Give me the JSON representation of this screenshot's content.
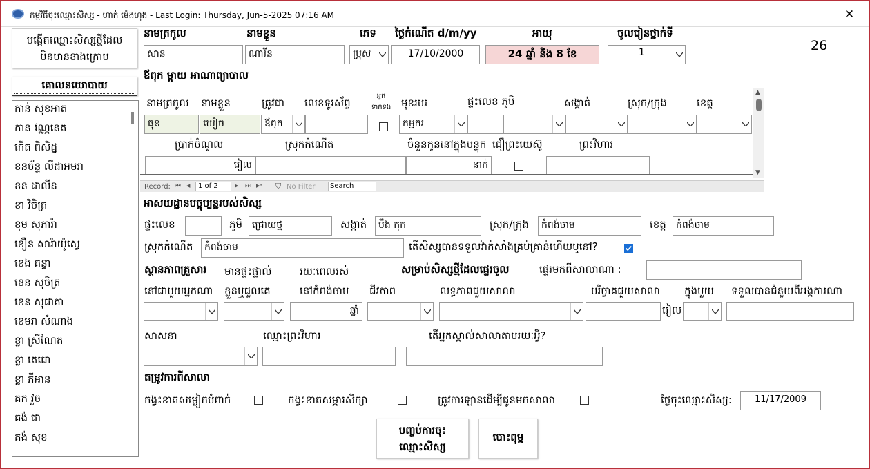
{
  "window": {
    "title": "កម្មវិធីចុះឈ្មោះសិស្ស - ហាក់ ម៉េងហុង - Last Login: Thursday, Jun-5-2025  07:16 AM",
    "close": "✕"
  },
  "left": {
    "new_student_btn_line1": "បង្កើតឈ្មោះសិស្សថ្មីដែល",
    "new_student_btn_line2": "មិនមានខាងក្រោម",
    "policy_btn": "គោលនយោបាយ",
    "students": [
      "កាន់ សុខអាត",
      "កាន វណ្ណនេត",
      "កើត ពិសិដ្ឋ",
      "ខនច័ន្ទ លីដាអមរា",
      "ខន ដាលីន",
      "ខា វិចិត្រ",
      "ខុម សុភារ៉ា",
      "ខឿន សារ៉ាយ៉ូស្វេ",
      "ខេង គន្ធា",
      "ខេន សុចិត្រ",
      "ខេន សុជាតា",
      "ខេមរា សំណាង",
      "ខ្លា ស្រីណែត",
      "ខ្លា តេជោ",
      "ខ្លា ភីអាន",
      "គក វួច",
      "គង់ ជា",
      "គង់ សុខ"
    ]
  },
  "header": {
    "lastname_label": "នាមត្រកូល",
    "firstname_label": "នាមខ្លួន",
    "gender_label": "ភេទ",
    "dob_label": "ថ្ងៃកំណើត d/m/yy",
    "age_label": "អាយុ",
    "grade_label": "ចូលរៀនថ្នាក់ទី",
    "lastname": "សាន",
    "firstname": "ណារីន",
    "gender": "ប្រុស",
    "dob": "17/10/2000",
    "age": "24 ឆ្នាំ និង 8 ខែ",
    "grade": "1",
    "count": "26"
  },
  "parents": {
    "section_title": "ឪពុក ម្ដាយ អាណាព្យាបាល",
    "col_lastname": "នាមត្រកូល",
    "col_firstname": "នាមខ្លួន",
    "col_relation": "ត្រូវជា",
    "col_phone": "លេខទូរស័ព្ទ",
    "col_contact": "អ្នកទាក់ទង",
    "col_job": "មុខរបរ",
    "col_house": "ផ្ទះលេខ ភូមិ",
    "col_commune": "សង្កាត់",
    "col_district": "ស្រុក/ក្រុង",
    "col_province": "ខេត្ត",
    "row_lastname": "ធុន",
    "row_firstname": "ឃៀច",
    "row_relation": "ឪពុក",
    "row_job": "កម្មករ",
    "col_income": "ប្រាក់ចំណូល",
    "col_birthplace": "ស្រុកកំណើត",
    "col_children": "ចំនួនកូននៅក្នុងបន្ទុក",
    "col_christian": "ជឿព្រះយេស៊ូ",
    "col_church": "ព្រះវិហារ",
    "income_unit": "រៀល",
    "children_unit": "នាក់",
    "nav_record": "Record:",
    "nav_first": "⏮",
    "nav_prev": "◀",
    "nav_pos": "1 of 2",
    "nav_next": "▶",
    "nav_last": "⏭",
    "nav_new": "▶*",
    "nav_filter": "No Filter",
    "nav_search": "Search"
  },
  "address": {
    "section_title": "អាសយដ្ឋានបច្ចុប្បន្នរបស់សិស្ស",
    "house_label": "ផ្ទះលេខ",
    "house": "",
    "village_label": "ភូមិ",
    "village": "ជ្រោយថ្ម",
    "commune_label": "សង្កាត់",
    "commune": "បឹង កុក",
    "district_label": "ស្រុក/ក្រុង",
    "district": "កំពង់ចាម",
    "province_label": "ខេត្ត",
    "province": "កំពង់ចាម",
    "birthplace_label": "ស្រុកកំណើត",
    "birthplace": "កំពង់ចាម",
    "vaccine_question": "តើសិស្សបានទទួលវ៉ាក់សាំងគ្រប់គ្រាន់ហើយឬនៅ?"
  },
  "family": {
    "status_title": "ស្ថានភាពគ្រួសារ",
    "own_house": "មានផ្ទះផ្ទាល់",
    "duration": "រយៈពេលរស់",
    "transfer_title": "សម្រាប់សិស្សថ្មីដែលផ្ទេរចូល",
    "transfer_from": "ផ្ទេរមកពីសាលាណា :",
    "live_with": "នៅជាមួយអ្នកណា",
    "own_or_rent": "ខ្លួនឬជួលគេ",
    "live_kc": "នៅកំពង់ចាម",
    "livelihood": "ជីវភាព",
    "ability_help": "លទ្ធភាពជួយសាលា",
    "donate": "បរិច្ចាគជួយសាលា",
    "per": "ក្នុងមួយ",
    "receive_support": "ទទួលបានជំនួយពីអង្គការណា",
    "years_unit": "ឆ្នាំ",
    "riel_unit": "រៀល",
    "religion": "សាសនា",
    "church_name": "ឈ្មោះព្រះវិហារ",
    "how_know": "តើអ្នកស្គាល់សាលាតាមរយៈអ្វី?"
  },
  "school": {
    "section_title": "តម្រូវការពីសាលា",
    "need_uniform": "កង្វះខាតសម្លៀកបំពាក់",
    "need_supplies": "កង្វះខាតសម្ភារសិក្សា",
    "need_transport": "ត្រូវការឡានដើម្បីជូនមកសាលា",
    "reg_date_label": "ថ្ងៃចុះឈ្មោះសិស្ស:",
    "reg_date": "11/17/2009"
  },
  "actions": {
    "finish_line1": "បញ្ចប់ការចុះ",
    "finish_line2": "ឈ្មោះសិស្ស",
    "cancel": "បោះពុម្ព"
  }
}
